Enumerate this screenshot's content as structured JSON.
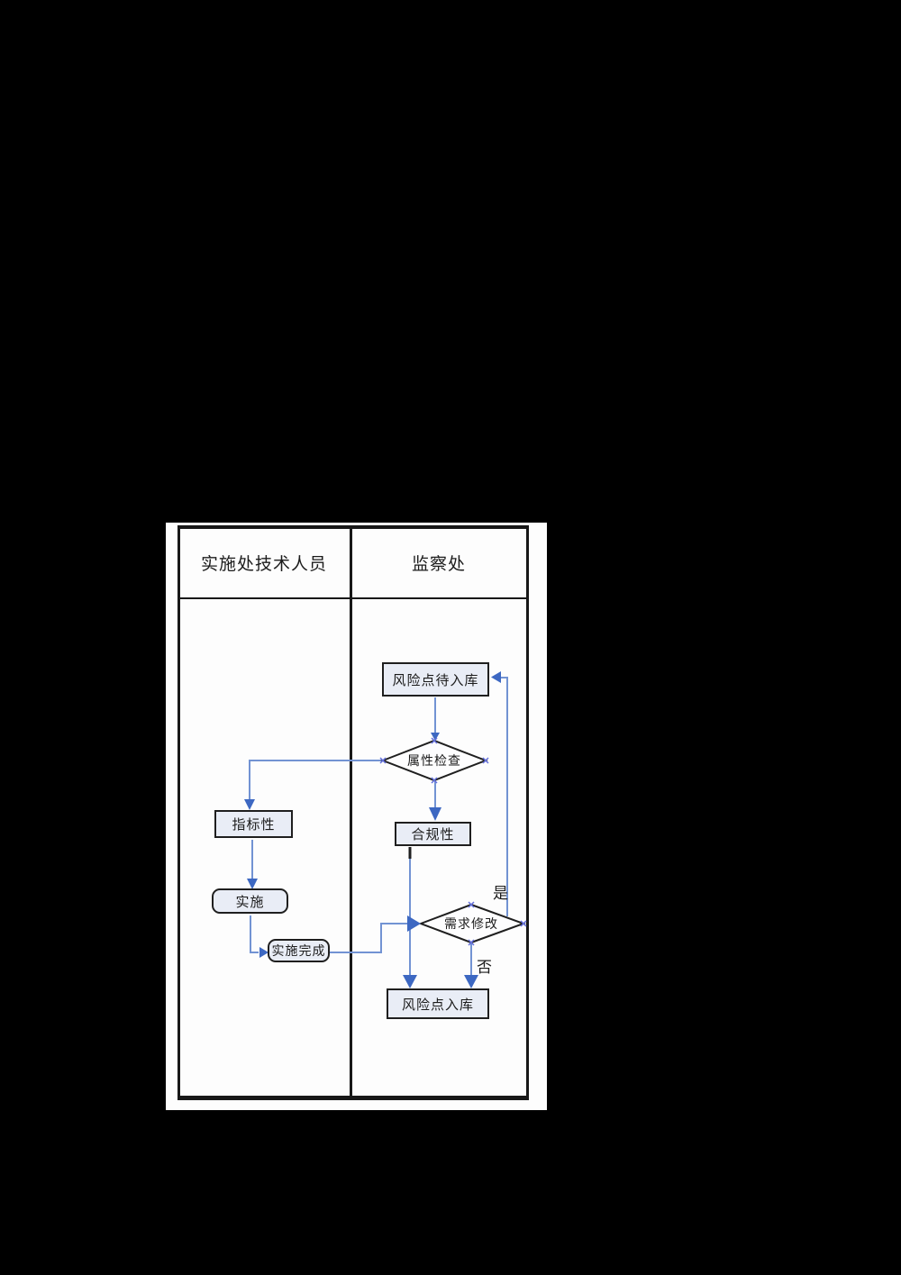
{
  "diagram": {
    "lanes": [
      {
        "label": "实施处技术人员"
      },
      {
        "label": "监察处"
      }
    ],
    "nodes": [
      {
        "id": "risk-pending",
        "type": "process",
        "label": "风险点待入库"
      },
      {
        "id": "attr-check",
        "type": "decision",
        "label": "属性检查"
      },
      {
        "id": "indicator",
        "type": "process",
        "label": "指标性"
      },
      {
        "id": "compliance",
        "type": "process",
        "label": "合规性"
      },
      {
        "id": "implement",
        "type": "terminator",
        "label": "实施"
      },
      {
        "id": "impl-done",
        "type": "terminator",
        "label": "实施完成"
      },
      {
        "id": "req-change",
        "type": "decision",
        "label": "需求修改"
      },
      {
        "id": "risk-stored",
        "type": "process",
        "label": "风险点入库"
      }
    ],
    "edge_labels": {
      "yes": "是",
      "no": "否"
    },
    "colors": {
      "canvasbg": "#000000",
      "pagebg": "#fdfdfd",
      "tableline": "#181818",
      "nodefill": "#e9edf6",
      "nodeborder": "#1f1f1f",
      "diamondfill": "#fdfdfe",
      "connector": "#7293d3",
      "arrow": "#3d68c2",
      "marker": "#6470dd",
      "textcolor": "#1c1c1c"
    }
  }
}
